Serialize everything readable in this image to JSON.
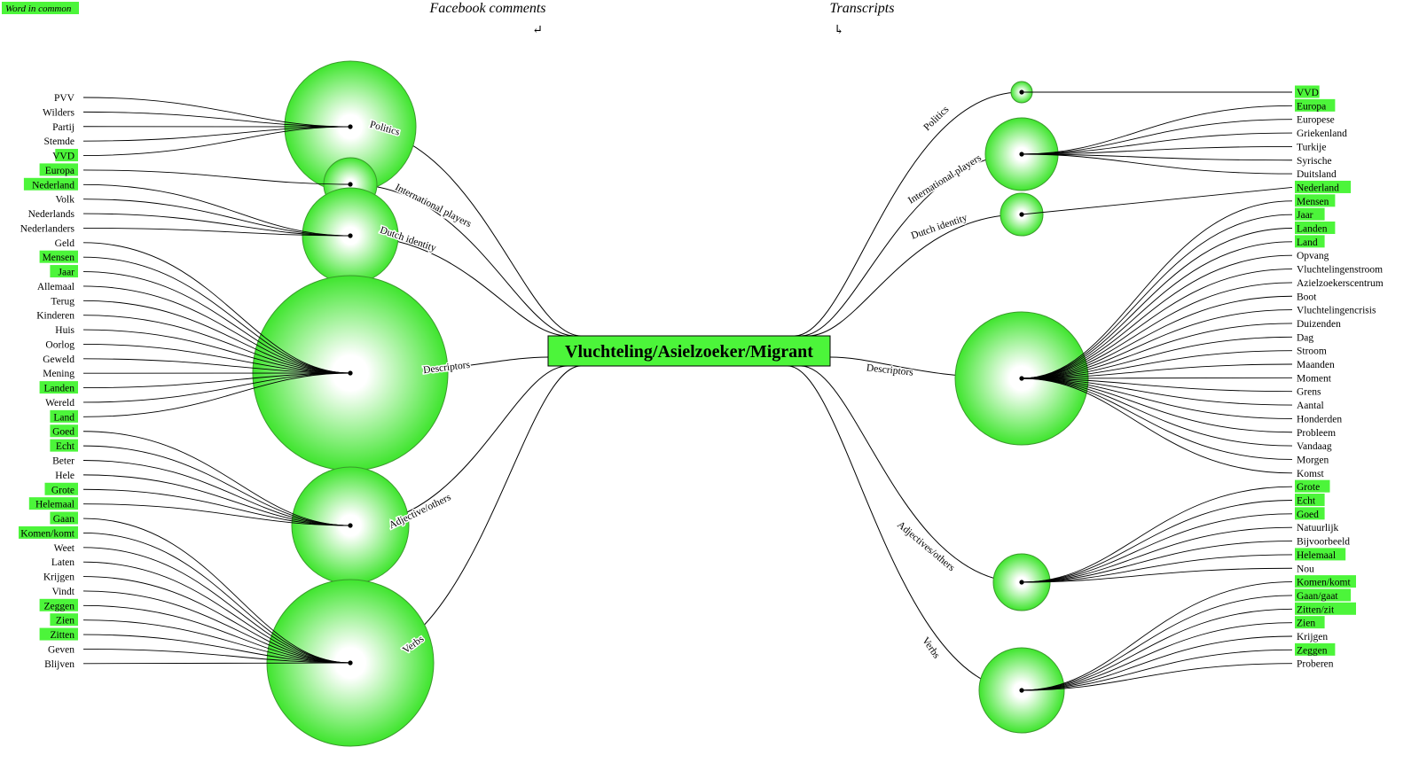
{
  "legend": {
    "label": "Word in common"
  },
  "headers": {
    "left": "Facebook comments",
    "right": "Transcripts"
  },
  "center": {
    "label": "Vluchteling/Asielzoeker/Migrant"
  },
  "colors": {
    "highlight": "#4cf53a",
    "bubble_edge": "#3fe52e",
    "bubble_center": "#ffffff"
  },
  "left": [
    {
      "category": "Politics",
      "words": [
        {
          "text": "PVV",
          "common": false
        },
        {
          "text": "Wilders",
          "common": false
        },
        {
          "text": "Partij",
          "common": false
        },
        {
          "text": "Stemde",
          "common": false
        },
        {
          "text": "VVD",
          "common": true
        }
      ]
    },
    {
      "category": "International players",
      "words": [
        {
          "text": "Europa",
          "common": true
        }
      ]
    },
    {
      "category": "Dutch identity",
      "words": [
        {
          "text": "Nederland",
          "common": true
        },
        {
          "text": "Volk",
          "common": false
        },
        {
          "text": "Nederlands",
          "common": false
        },
        {
          "text": "Nederlanders",
          "common": false
        }
      ]
    },
    {
      "category": "Descriptors",
      "words": [
        {
          "text": "Geld",
          "common": false
        },
        {
          "text": "Mensen",
          "common": true
        },
        {
          "text": "Jaar",
          "common": true
        },
        {
          "text": "Allemaal",
          "common": false
        },
        {
          "text": "Terug",
          "common": false
        },
        {
          "text": "Kinderen",
          "common": false
        },
        {
          "text": "Huis",
          "common": false
        },
        {
          "text": "Oorlog",
          "common": false
        },
        {
          "text": "Geweld",
          "common": false
        },
        {
          "text": "Mening",
          "common": false
        },
        {
          "text": "Landen",
          "common": true
        },
        {
          "text": "Wereld",
          "common": false
        },
        {
          "text": "Land",
          "common": true
        }
      ]
    },
    {
      "category": "Adjective/others",
      "words": [
        {
          "text": "Goed",
          "common": true
        },
        {
          "text": "Echt",
          "common": true
        },
        {
          "text": "Beter",
          "common": false
        },
        {
          "text": "Hele",
          "common": false
        },
        {
          "text": "Grote",
          "common": true
        },
        {
          "text": "Helemaal",
          "common": true
        }
      ]
    },
    {
      "category": "Verbs",
      "words": [
        {
          "text": "Gaan",
          "common": true
        },
        {
          "text": "Komen/komt",
          "common": true
        },
        {
          "text": "Weet",
          "common": false
        },
        {
          "text": "Laten",
          "common": false
        },
        {
          "text": "Krijgen",
          "common": false
        },
        {
          "text": "Vindt",
          "common": false
        },
        {
          "text": "Zeggen",
          "common": true
        },
        {
          "text": "Zien",
          "common": true
        },
        {
          "text": "Zitten",
          "common": true
        },
        {
          "text": "Geven",
          "common": false
        },
        {
          "text": "Blijven",
          "common": false
        }
      ]
    }
  ],
  "right": [
    {
      "category": "Politics",
      "words": [
        {
          "text": "VVD",
          "common": true
        }
      ]
    },
    {
      "category": "International players",
      "words": [
        {
          "text": "Europa",
          "common": true
        },
        {
          "text": "Europese",
          "common": false
        },
        {
          "text": "Griekenland",
          "common": false
        },
        {
          "text": "Turkije",
          "common": false
        },
        {
          "text": "Syrische",
          "common": false
        },
        {
          "text": "Duitsland",
          "common": false
        }
      ]
    },
    {
      "category": "Dutch identity",
      "words": [
        {
          "text": "Nederland",
          "common": true
        }
      ]
    },
    {
      "category": "Descriptors",
      "words": [
        {
          "text": "Mensen",
          "common": true
        },
        {
          "text": "Jaar",
          "common": true
        },
        {
          "text": "Landen",
          "common": true
        },
        {
          "text": "Land",
          "common": true
        },
        {
          "text": "Opvang",
          "common": false
        },
        {
          "text": "Vluchtelingenstroom",
          "common": false
        },
        {
          "text": "Azielzoekerscentrum",
          "common": false
        },
        {
          "text": "Boot",
          "common": false
        },
        {
          "text": "Vluchtelingencrisis",
          "common": false
        },
        {
          "text": "Duizenden",
          "common": false
        },
        {
          "text": "Dag",
          "common": false
        },
        {
          "text": "Stroom",
          "common": false
        },
        {
          "text": "Maanden",
          "common": false
        },
        {
          "text": "Moment",
          "common": false
        },
        {
          "text": "Grens",
          "common": false
        },
        {
          "text": "Aantal",
          "common": false
        },
        {
          "text": "Honderden",
          "common": false
        },
        {
          "text": "Probleem",
          "common": false
        },
        {
          "text": "Vandaag",
          "common": false
        },
        {
          "text": "Morgen",
          "common": false
        },
        {
          "text": "Komst",
          "common": false
        }
      ]
    },
    {
      "category": "Adjectives/others",
      "words": [
        {
          "text": "Grote",
          "common": true
        },
        {
          "text": "Echt",
          "common": true
        },
        {
          "text": "Goed",
          "common": true
        },
        {
          "text": "Natuurlijk",
          "common": false
        },
        {
          "text": "Bijvoorbeeld",
          "common": false
        },
        {
          "text": "Helemaal",
          "common": true
        },
        {
          "text": "Nou",
          "common": false
        }
      ]
    },
    {
      "category": "Verbs",
      "words": [
        {
          "text": "Komen/komt",
          "common": true
        },
        {
          "text": "Gaan/gaat",
          "common": true
        },
        {
          "text": "Zitten/zit",
          "common": true
        },
        {
          "text": "Zien",
          "common": true
        },
        {
          "text": "Krijgen",
          "common": false
        },
        {
          "text": "Zeggen",
          "common": true
        },
        {
          "text": "Proberen",
          "common": false
        }
      ]
    }
  ]
}
